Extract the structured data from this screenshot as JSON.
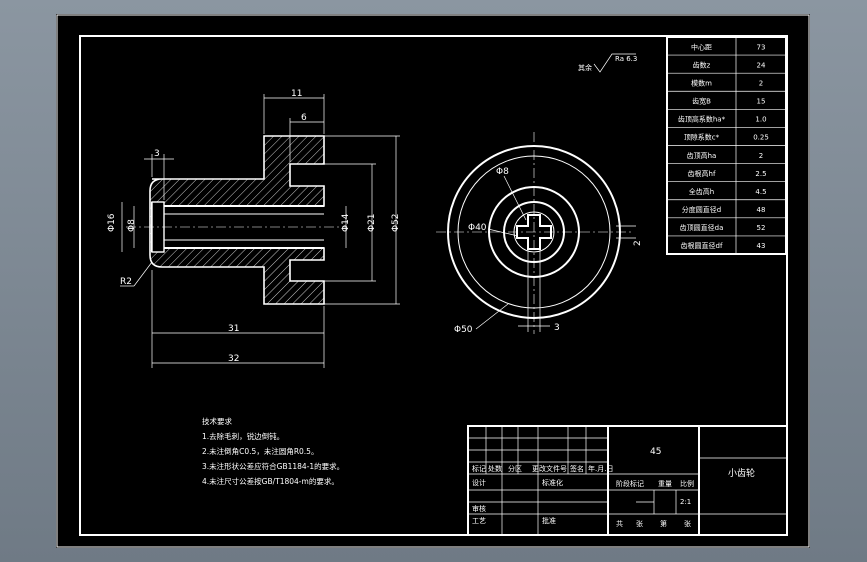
{
  "params": {
    "rows": [
      {
        "label": "中心距",
        "value": "73"
      },
      {
        "label": "齿数z",
        "value": "24"
      },
      {
        "label": "模数m",
        "value": "2"
      },
      {
        "label": "齿宽B",
        "value": "15"
      },
      {
        "label": "齿顶高系数ha*",
        "value": "1.0"
      },
      {
        "label": "顶隙系数c*",
        "value": "0.25"
      },
      {
        "label": "齿顶高ha",
        "value": "2"
      },
      {
        "label": "齿根高hf",
        "value": "2.5"
      },
      {
        "label": "全齿高h",
        "value": "4.5"
      },
      {
        "label": "分度圆直径d",
        "value": "48"
      },
      {
        "label": "齿顶圆直径da",
        "value": "52"
      },
      {
        "label": "齿根圆直径df",
        "value": "43"
      }
    ]
  },
  "roughness": {
    "prefix": "其余",
    "value": "Ra 6.3"
  },
  "dims_front": {
    "d11": "11",
    "d6": "6",
    "d3": "3",
    "dphi16": "Φ16",
    "dphi8": "Φ8",
    "dphi14": "Φ14",
    "dphi21": "Φ21",
    "dphi52": "Φ52",
    "d31": "31",
    "d32": "32",
    "dr2": "R2"
  },
  "dims_side": {
    "dphi8": "Φ8",
    "dphi40": "Φ40",
    "dphi50": "Φ50",
    "d3": "3",
    "d2": "2"
  },
  "notes": {
    "title": "技术要求",
    "lines": [
      "1.去除毛刺，锐边倒钝。",
      "2.未注倒角C0.5，未注圆角R0.5。",
      "3.未注形状公差应符合GB1184-1的要求。",
      "4.未注尺寸公差按GB/T1804-m的要求。"
    ]
  },
  "titleblock": {
    "material": "45",
    "part_name": "小齿轮",
    "mark": "标记",
    "count": "处数",
    "zone": "分区",
    "doc_no": "更改文件号",
    "signature": "签名",
    "date": "年.月.日",
    "design": "设计",
    "standardize": "标准化",
    "stage_mark": "阶段标记",
    "weight": "重量",
    "scale_label": "比例",
    "scale_value": "2:1",
    "review": "审核",
    "process": "工艺",
    "approve": "批准",
    "sheets_total": "共",
    "sheets_unit": "张",
    "sheet_no": "第",
    "sheet_unit": "张"
  }
}
